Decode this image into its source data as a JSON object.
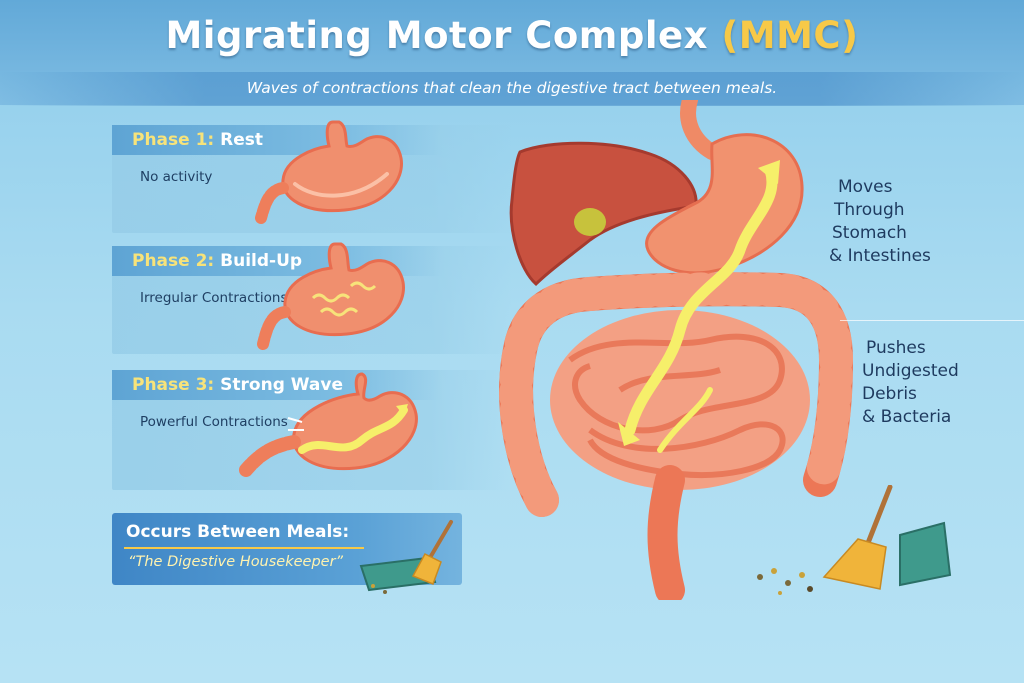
{
  "header": {
    "title_main": "Migrating Motor Complex ",
    "title_accent": "(MMC)",
    "subtitle": "Waves of contractions that clean the digestive tract between meals."
  },
  "phases": [
    {
      "label": "Phase 1:",
      "name": "Rest",
      "desc": "No activity"
    },
    {
      "label": "Phase 2:",
      "name": "Build-Up",
      "desc": "Irregular Contractions"
    },
    {
      "label": "Phase 3:",
      "name": "Strong Wave",
      "desc": "Powerful Contractions"
    }
  ],
  "footer_box": {
    "title": "Occurs Between Meals:",
    "quote": "“The Digestive Housekeeper”"
  },
  "labels": {
    "moves": [
      "Moves",
      "Through",
      "Stomach",
      "& Intestines"
    ],
    "pushes": [
      "Pushes",
      "Undigested",
      "Debris",
      "& Bacteria"
    ]
  },
  "colors": {
    "accent": "#f7c948",
    "organ": "#ef7a5a",
    "arrow": "#f6ef6a"
  },
  "icons": [
    "stomach-icon",
    "broom-icon",
    "dustpan-icon",
    "arrow-icon"
  ]
}
